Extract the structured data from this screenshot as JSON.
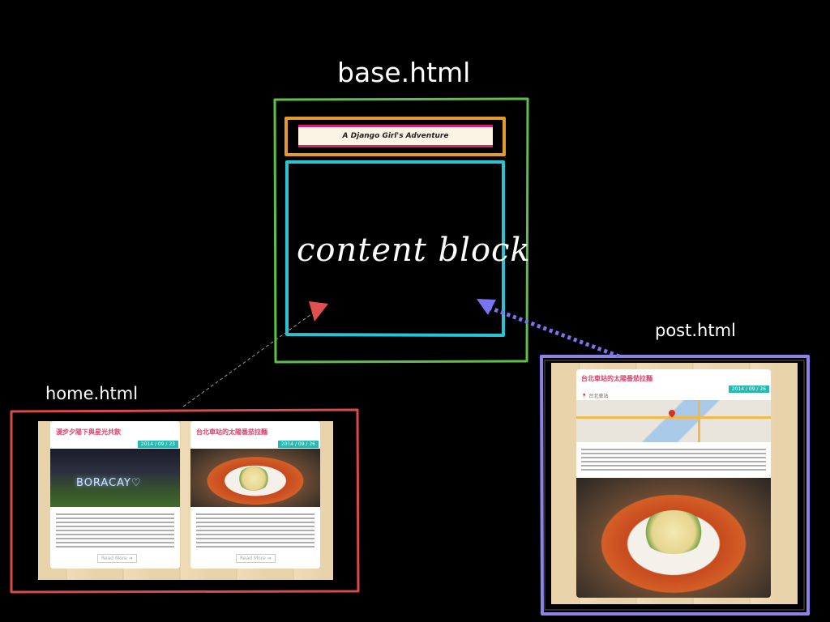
{
  "labels": {
    "base": "base.html",
    "home": "home.html",
    "post": "post.html",
    "content_block": "content block",
    "site_header": "A Django Girl's Adventure"
  },
  "colors": {
    "base_frame": "#5ec04b",
    "header_frame": "#e59a2c",
    "content_frame": "#29c3d6",
    "home_frame": "#d94a4a",
    "post_frame": "#8b83e8",
    "home_arrow": "#e05050",
    "post_arrow": "#7b74f0"
  },
  "home": {
    "cards": [
      {
        "title": "漫步夕陽下與星光共飲",
        "date": "2014 / 09 / 23",
        "photo_text": "BORACAY♡",
        "read_more": "Read More ➔"
      },
      {
        "title": "台北車站的太陽番茄拉麵",
        "date": "2014 / 09 / 26",
        "read_more": "Read More ➔"
      }
    ]
  },
  "post": {
    "title": "台北車站的太陽番茄拉麵",
    "date": "2014 / 09 / 26",
    "location": "台北車站"
  }
}
